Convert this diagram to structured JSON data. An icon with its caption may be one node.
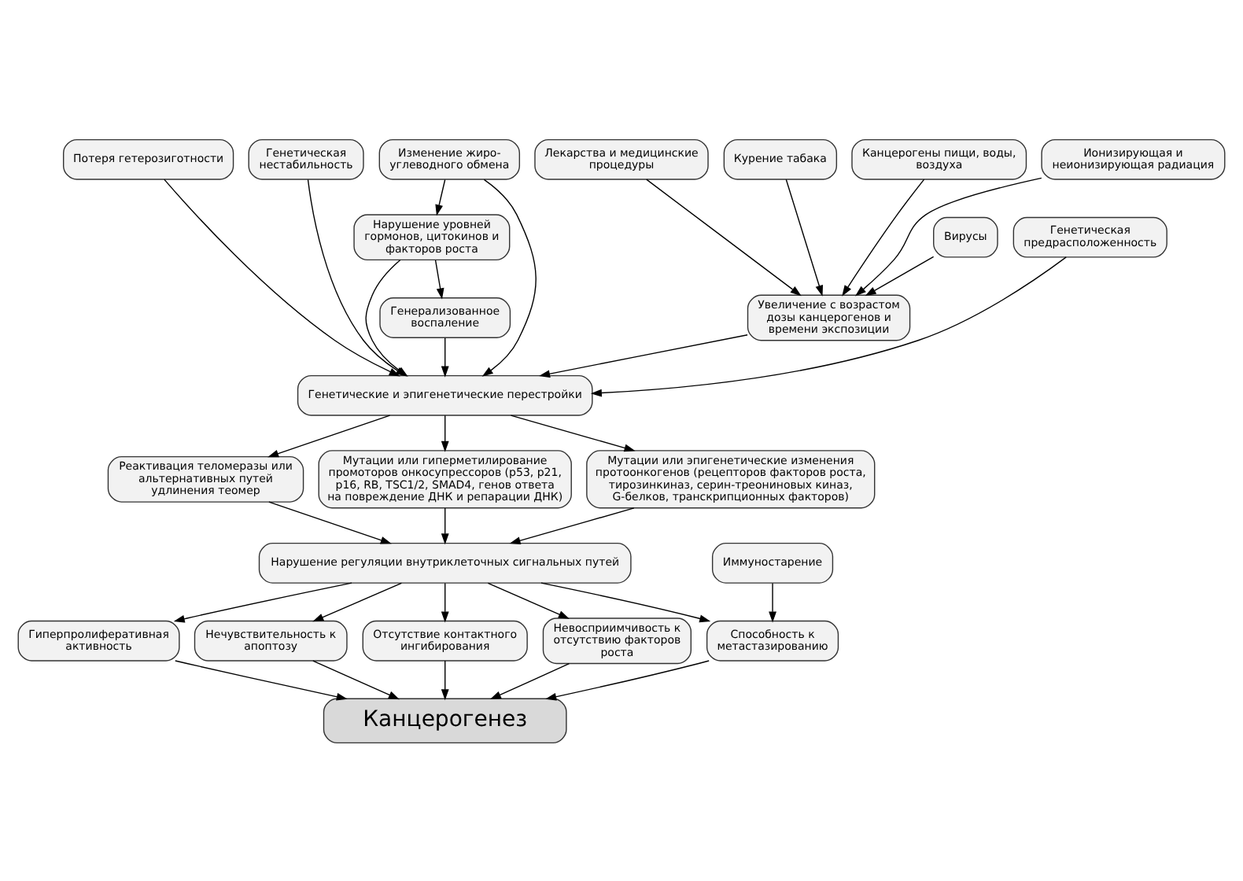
{
  "diagram": {
    "nodes": [
      {
        "text": [
          "Лекарства и медицинские процедуры"
        ]
      },
      {
        "text": [
          "Курение табака"
        ]
      },
      {
        "text": [
          "Канцерогены пищи, воды, воздуха"
        ]
      },
      {
        "text": [
          "Ионизирующая и неионизирующая радиация"
        ]
      },
      {
        "text": [
          "Потеря гетерозиготности"
        ]
      },
      {
        "text": [
          "Генетическая нестабильность"
        ]
      },
      {
        "text": [
          "Изменение жиро-углеводного обмена"
        ]
      },
      {
        "text": [
          "Вирусы"
        ]
      },
      {
        "text": [
          "Нарушение уровней гормонов, цитокинов и факторов роста"
        ]
      },
      {
        "text": [
          "Генетическая предрасположенность"
        ]
      },
      {
        "text": [
          "Увеличение с возрастом дозы канцерогенов и времени экспозиции"
        ]
      },
      {
        "text": [
          "Генерализованное воспаление"
        ]
      },
      {
        "text": [
          "Генетические и эпигенетические перестройки"
        ]
      },
      {
        "text": [
          "Реактивация теломеразы или альтернативных путей удлинения теомер"
        ]
      },
      {
        "text": [
          "Мутации или гиперметилирование промоторов онкосупрессоров (p53, p21, p16, RB, TSC1/2, SMAD4, генов ответа на повреждение ДНК и репарации ДНК)"
        ]
      },
      {
        "text": [
          "Мутации или эпигенетические изменения протоонкогенов (рецепторов факторов роста, тирозинкиназ, серин-треониновых киназ, G-белков, транскрипционных факторов)"
        ]
      },
      {
        "text": [
          "Нарушение регуляции внутриклеточных сигнальных путей"
        ]
      },
      {
        "text": [
          "Иммуностарение"
        ]
      },
      {
        "text": [
          "Невосприимчивость к отсутствию факторов роста"
        ]
      },
      {
        "text": [
          "Гиперпролиферативная активность"
        ]
      },
      {
        "text": [
          "Нечувствительность к апоптозу"
        ]
      },
      {
        "text": [
          "Отсутствие контактного ингибирования"
        ]
      },
      {
        "text": [
          "Способность к метастазированию"
        ]
      },
      {
        "text": [
          "Канцерогенез"
        ]
      }
    ],
    "edges": [
      {
        "from": 0,
        "to": 10,
        "arrow": "to"
      },
      {
        "from": 1,
        "to": 10,
        "arrow": "to"
      },
      {
        "from": 2,
        "to": 10,
        "arrow": "to"
      },
      {
        "from": 3,
        "to": 10,
        "arrow": "to"
      },
      {
        "from": 7,
        "to": 10,
        "arrow": "to"
      },
      {
        "from": 6,
        "to": 8,
        "arrow": "to"
      },
      {
        "from": 8,
        "to": 11,
        "arrow": "to"
      },
      {
        "from": 10,
        "to": 12,
        "arrow": "to"
      },
      {
        "from": 9,
        "to": 12,
        "arrow": "to"
      },
      {
        "from": 4,
        "to": 12,
        "arrow": "to"
      },
      {
        "from": 5,
        "to": 12,
        "arrow": "to"
      },
      {
        "from": 6,
        "to": 12,
        "arrow": "to"
      },
      {
        "from": 8,
        "to": 12,
        "arrow": "to"
      },
      {
        "from": 11,
        "to": 12,
        "arrow": "to"
      },
      {
        "from": 12,
        "to": 13,
        "arrow": "to"
      },
      {
        "from": 12,
        "to": 14,
        "arrow": "to"
      },
      {
        "from": 12,
        "to": 15,
        "arrow": "to"
      },
      {
        "from": 13,
        "to": 16,
        "arrow": "to"
      },
      {
        "from": 14,
        "to": 16,
        "arrow": "to"
      },
      {
        "from": 15,
        "to": 16,
        "arrow": "to"
      },
      {
        "from": 16,
        "to": 18,
        "arrow": "to"
      },
      {
        "from": 16,
        "to": 19,
        "arrow": "to"
      },
      {
        "from": 16,
        "to": 20,
        "arrow": "to"
      },
      {
        "from": 16,
        "to": 21,
        "arrow": "to"
      },
      {
        "from": 16,
        "to": 22,
        "arrow": "to"
      },
      {
        "from": 17,
        "to": 22,
        "arrow": "to"
      },
      {
        "from": 18,
        "to": 23,
        "arrow": "to"
      },
      {
        "from": 19,
        "to": 23,
        "arrow": "to"
      },
      {
        "from": 20,
        "to": 23,
        "arrow": "to"
      },
      {
        "from": 21,
        "to": 23,
        "arrow": "to"
      },
      {
        "from": 22,
        "to": 23,
        "arrow": "to"
      }
    ]
  }
}
